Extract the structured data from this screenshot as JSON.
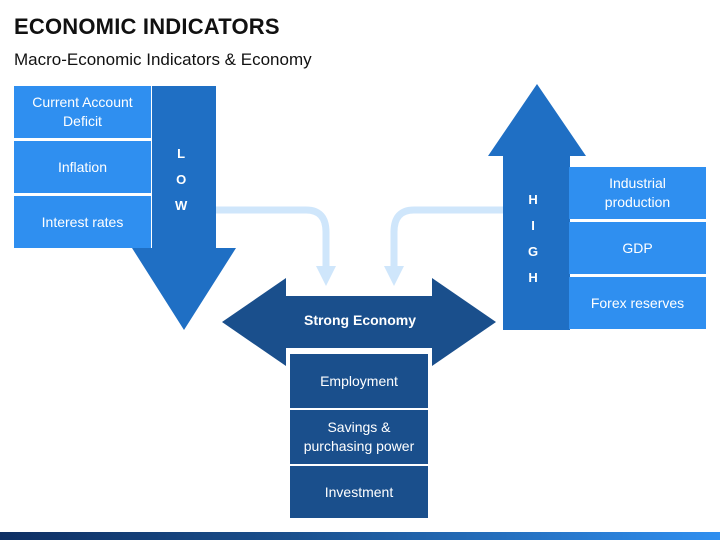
{
  "title": "ECONOMIC INDICATORS",
  "subtitle": "Macro-Economic Indicators & Economy",
  "low_label": [
    "L",
    "O",
    "W"
  ],
  "high_label": [
    "H",
    "I",
    "G",
    "H"
  ],
  "center_label": "Strong Economy",
  "left_items": [
    "Current Account Deficit",
    "Inflation",
    "Interest rates"
  ],
  "right_items": [
    "Industrial production",
    "GDP",
    "Forex reserves"
  ],
  "bottom_items": [
    "Employment",
    "Savings & purchasing power",
    "Investment"
  ],
  "colors": {
    "light_blue": "#2f8ff0",
    "mid_blue": "#1f6fc4",
    "dark_blue": "#1a4f8c",
    "connector": "#cfe6fb"
  }
}
